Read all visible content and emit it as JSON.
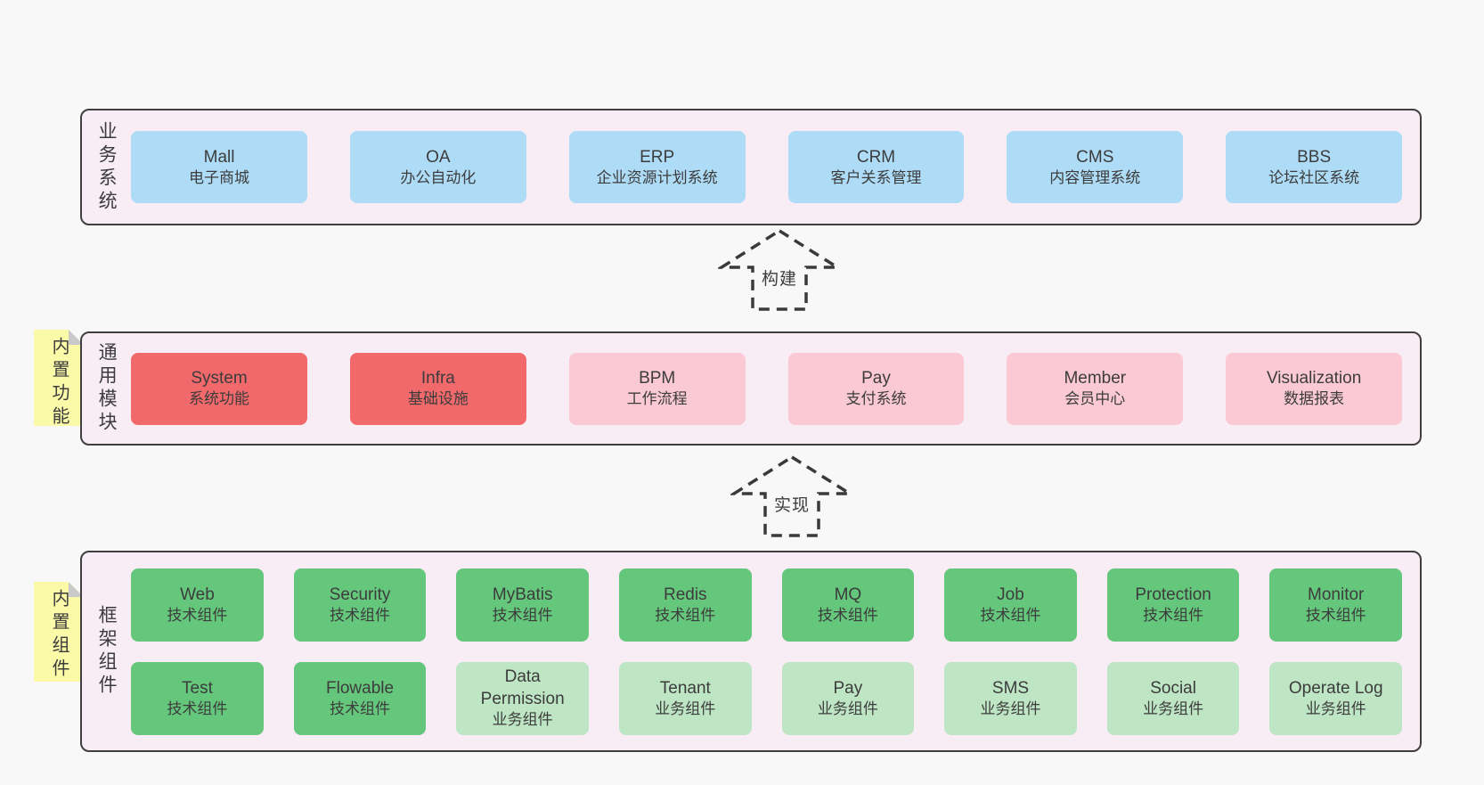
{
  "colors": {
    "page-bg": "#f8f8f8",
    "band-bg": "#f8ecf5",
    "band-border": "#3f3f3f",
    "text": "#3c3c3c",
    "blue": "#aedcf7",
    "red": "#f2696c",
    "pink": "#fac9d3",
    "green-dark": "#65c77c",
    "green-light": "#bee5c4",
    "note-yellow": "#fbfaa9",
    "note-fold": "#c9c9c9"
  },
  "bands": {
    "business": {
      "label": "业务系统",
      "boxes": [
        {
          "en": "Mall",
          "zh": "电子商城"
        },
        {
          "en": "OA",
          "zh": "办公自动化"
        },
        {
          "en": "ERP",
          "zh": "企业资源计划系统"
        },
        {
          "en": "CRM",
          "zh": "客户关系管理"
        },
        {
          "en": "CMS",
          "zh": "内容管理系统"
        },
        {
          "en": "BBS",
          "zh": "论坛社区系统"
        }
      ]
    },
    "modules": {
      "label": "通用模块",
      "note": "内置功能",
      "boxes": [
        {
          "en": "System",
          "zh": "系统功能"
        },
        {
          "en": "Infra",
          "zh": "基础设施"
        },
        {
          "en": "BPM",
          "zh": "工作流程"
        },
        {
          "en": "Pay",
          "zh": "支付系统"
        },
        {
          "en": "Member",
          "zh": "会员中心"
        },
        {
          "en": "Visualization",
          "zh": "数据报表"
        }
      ]
    },
    "components": {
      "label": "框架组件",
      "note": "内置组件",
      "row1": [
        {
          "en": "Web",
          "zh": "技术组件"
        },
        {
          "en": "Security",
          "zh": "技术组件"
        },
        {
          "en": "MyBatis",
          "zh": "技术组件"
        },
        {
          "en": "Redis",
          "zh": "技术组件"
        },
        {
          "en": "MQ",
          "zh": "技术组件"
        },
        {
          "en": "Job",
          "zh": "技术组件"
        },
        {
          "en": "Protection",
          "zh": "技术组件"
        },
        {
          "en": "Monitor",
          "zh": "技术组件"
        }
      ],
      "row2": [
        {
          "en": "Test",
          "zh": "技术组件"
        },
        {
          "en": "Flowable",
          "zh": "技术组件"
        },
        {
          "en": "Data Permission",
          "zh": "业务组件"
        },
        {
          "en": "Tenant",
          "zh": "业务组件"
        },
        {
          "en": "Pay",
          "zh": "业务组件"
        },
        {
          "en": "SMS",
          "zh": "业务组件"
        },
        {
          "en": "Social",
          "zh": "业务组件"
        },
        {
          "en": "Operate Log",
          "zh": "业务组件"
        }
      ]
    }
  },
  "arrows": {
    "build": {
      "label": "构建"
    },
    "implement": {
      "label": "实现"
    }
  }
}
